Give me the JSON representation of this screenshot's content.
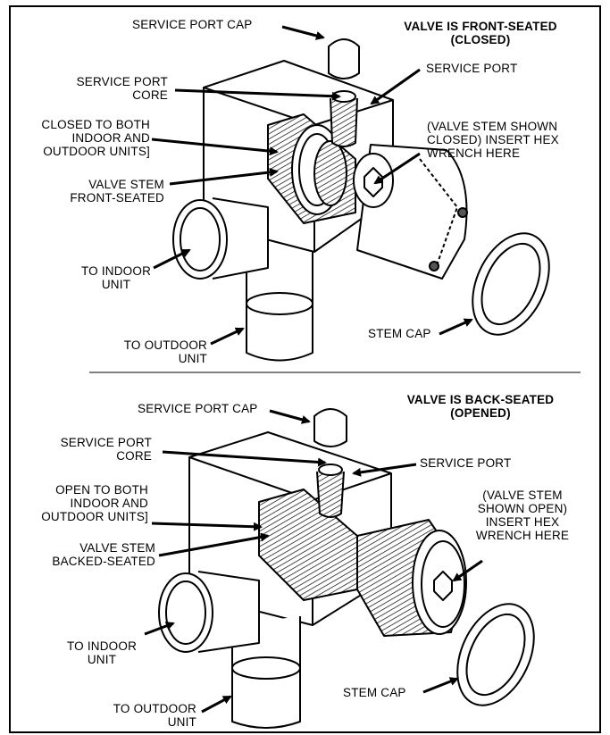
{
  "panels": [
    {
      "title": [
        "VALVE IS FRONT-SEATED",
        "(CLOSED)"
      ],
      "labels": {
        "service_port_cap": "SERVICE PORT CAP",
        "service_port_core": [
          "SERVICE PORT",
          "CORE"
        ],
        "service_port": "SERVICE PORT",
        "closed_note": [
          "CLOSED TO BOTH",
          "INDOOR AND",
          "OUTDOOR UNITS]"
        ],
        "valve_stem": [
          "VALVE STEM",
          "FRONT-SEATED"
        ],
        "hex_note": [
          "(VALVE STEM SHOWN",
          "CLOSED) INSERT HEX",
          "WRENCH HERE"
        ],
        "to_indoor": [
          "TO INDOOR",
          "UNIT"
        ],
        "to_outdoor": [
          "TO OUTDOOR",
          "UNIT"
        ],
        "stem_cap": "STEM CAP"
      }
    },
    {
      "title": [
        "VALVE IS BACK-SEATED",
        "(OPENED)"
      ],
      "labels": {
        "service_port_cap": "SERVICE PORT CAP",
        "service_port_core": [
          "SERVICE PORT",
          "CORE"
        ],
        "service_port": "SERVICE PORT",
        "closed_note": [
          "OPEN TO BOTH",
          "INDOOR AND",
          "OUTDOOR UNITS]"
        ],
        "valve_stem": [
          "VALVE STEM",
          "BACKED-SEATED"
        ],
        "hex_note": [
          "(VALVE STEM",
          "SHOWN OPEN)",
          "INSERT HEX",
          "WRENCH HERE"
        ],
        "to_indoor": [
          "TO INDOOR",
          "UNIT"
        ],
        "to_outdoor": [
          "TO OUTDOOR",
          "UNIT"
        ],
        "stem_cap": "STEM CAP"
      }
    }
  ]
}
